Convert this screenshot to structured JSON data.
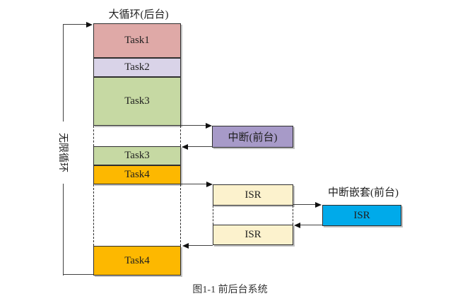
{
  "diagram": {
    "title": "大循环(后台)",
    "loop_label": "无限循环",
    "background_tasks": [
      {
        "label": "Task1",
        "color": "#dfa9a7"
      },
      {
        "label": "Task2",
        "color": "#d9d3e8"
      },
      {
        "label": "Task3",
        "color": "#c6d9a3"
      },
      {
        "label": "Task3",
        "color": "#c6d9a3"
      },
      {
        "label": "Task4",
        "color": "#fdb800"
      },
      {
        "label": "Task4",
        "color": "#fdb800"
      }
    ],
    "interrupt_box": {
      "label": "中断(前台)",
      "color": "#a79ac8"
    },
    "isr_boxes": [
      {
        "label": "ISR",
        "color": "#fcf2cd"
      },
      {
        "label": "ISR",
        "color": "#fcf2cd"
      }
    ],
    "nested_interrupt": {
      "title": "中断嵌套(前台)",
      "box_label": "ISR",
      "color": "#00aaea"
    },
    "caption_partial": "图1-1 前后台系统",
    "line_color": "#414141"
  }
}
